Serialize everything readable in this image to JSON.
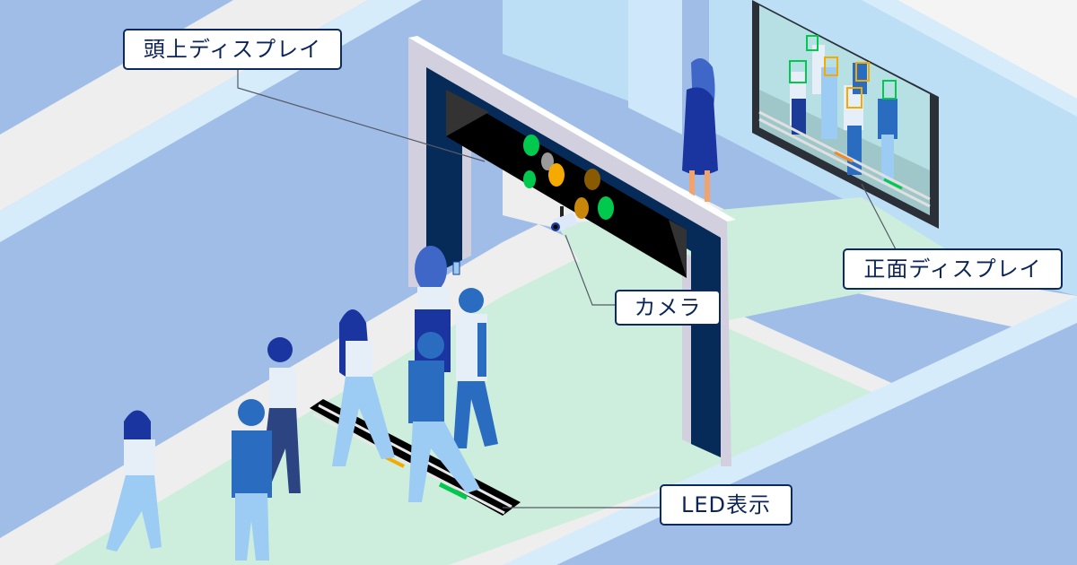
{
  "callouts": {
    "overhead_display": "頭上ディスプレイ",
    "front_display": "正面ディスプレイ",
    "camera": "カメラ",
    "led": "LED表示"
  },
  "icons": {
    "camera": "security-camera-icon",
    "person": "pedestrian-figure",
    "face_box": "face-detection-box"
  },
  "colors": {
    "wall_blue": "#a0bde8",
    "wall_light": "#bcdff6",
    "floor_gray": "#eeeeee",
    "floor_green": "#cdeedc",
    "gate_frame": "#d2d0de",
    "gate_inner": "#062b58",
    "display_black": "#000000",
    "status_green": "#00c94e",
    "status_orange": "#f5aa00",
    "status_gray": "#9a9a9a",
    "status_brown": "#8a5a00",
    "label_border": "#0d2a5c",
    "label_text": "#0d2456"
  }
}
